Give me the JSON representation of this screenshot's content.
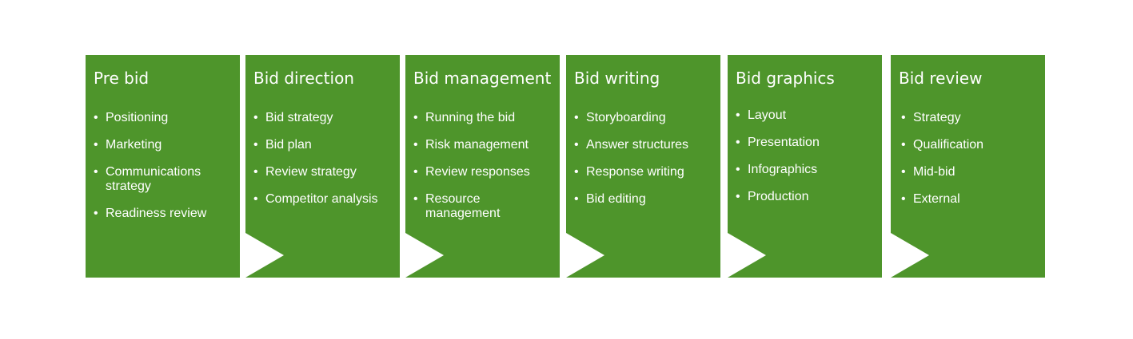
{
  "colors": {
    "box": "#4e952b",
    "arrow": "#ffffff",
    "text": "#ffffff"
  },
  "steps": [
    {
      "title": "Pre bid",
      "items": [
        "Positioning",
        "Marketing",
        "Communications strategy",
        "Readiness review"
      ]
    },
    {
      "title": "Bid direction",
      "items": [
        "Bid strategy",
        "Bid plan",
        "Review strategy",
        "Competitor analysis"
      ]
    },
    {
      "title": "Bid management",
      "items": [
        "Running the bid",
        "Risk management",
        "Review responses",
        "Resource management"
      ]
    },
    {
      "title": "Bid writing",
      "items": [
        "Storyboarding",
        "Answer structures",
        "Response writing",
        "Bid editing"
      ]
    },
    {
      "title": "Bid graphics",
      "items": [
        "Layout",
        "Presentation",
        "Infographics",
        "Production"
      ]
    },
    {
      "title": "Bid review",
      "items": [
        "Strategy",
        "Qualification",
        "Mid-bid",
        "External"
      ]
    }
  ]
}
